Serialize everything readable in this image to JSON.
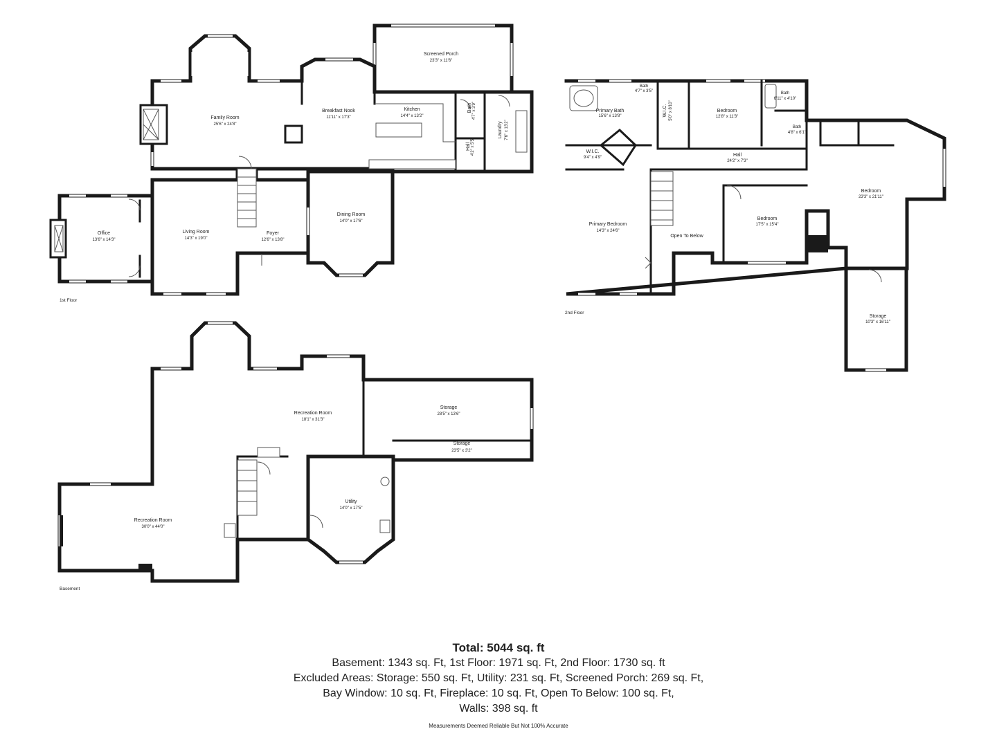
{
  "floors": {
    "first": {
      "label": "1st Floor",
      "rooms": [
        {
          "id": "family-room",
          "name": "Family Room",
          "dim": "25'6\" x 24'8\""
        },
        {
          "id": "breakfast-nook",
          "name": "Breakfast Nook",
          "dim": "11'11\" x 17'3\""
        },
        {
          "id": "screened-porch",
          "name": "Screened Porch",
          "dim": "23'3\" x 11'6\""
        },
        {
          "id": "kitchen",
          "name": "Kitchen",
          "dim": "14'4\" x 13'2\""
        },
        {
          "id": "bath-1",
          "name": "Bath",
          "dim": "4'7\" x 3'9\""
        },
        {
          "id": "hall-1",
          "name": "Hall",
          "dim": "4'2\" x 5'5\""
        },
        {
          "id": "laundry",
          "name": "Laundry",
          "dim": "7'6\" x 13'2\""
        },
        {
          "id": "office",
          "name": "Office",
          "dim": "13'6\" x 14'3\""
        },
        {
          "id": "living-room",
          "name": "Living Room",
          "dim": "14'3\" x 19'0\""
        },
        {
          "id": "foyer",
          "name": "Foyer",
          "dim": "12'6\" x 13'8\""
        },
        {
          "id": "dining-room",
          "name": "Dining Room",
          "dim": "14'0\" x 17'6\""
        }
      ]
    },
    "second": {
      "label": "2nd Floor",
      "rooms": [
        {
          "id": "primary-bath",
          "name": "Primary Bath",
          "dim": "15'6\" x 13'8\""
        },
        {
          "id": "bath-small",
          "name": "Bath",
          "dim": "4'7\" x 3'5\""
        },
        {
          "id": "wic-1",
          "name": "W.I.C.",
          "dim": "5'0\" x 8'10\""
        },
        {
          "id": "bedroom-1",
          "name": "Bedroom",
          "dim": "12'8\" x 11'3\""
        },
        {
          "id": "bath-2",
          "name": "Bath",
          "dim": "6'11\" x 4'10\""
        },
        {
          "id": "bath-3",
          "name": "Bath",
          "dim": "4'8\" x 6'1\""
        },
        {
          "id": "wic-2",
          "name": "W.I.C.",
          "dim": "9'4\" x 4'9\""
        },
        {
          "id": "hall-2",
          "name": "Hall",
          "dim": "24'2\" x 7'3\""
        },
        {
          "id": "bedroom-2",
          "name": "Bedroom",
          "dim": "23'3\" x 21'11\""
        },
        {
          "id": "primary-bedroom",
          "name": "Primary Bedroom",
          "dim": "14'3\" x 24'6\""
        },
        {
          "id": "open-to-below",
          "name": "Open To Below",
          "dim": ""
        },
        {
          "id": "bedroom-3",
          "name": "Bedroom",
          "dim": "17'5\" x 15'4\""
        },
        {
          "id": "storage-2f",
          "name": "Storage",
          "dim": "10'3\" x 16'11\""
        }
      ]
    },
    "basement": {
      "label": "Basement",
      "rooms": [
        {
          "id": "recreation-room-1",
          "name": "Recreation Room",
          "dim": "18'1\" x 31'3\""
        },
        {
          "id": "storage-b1",
          "name": "Storage",
          "dim": "28'5\" x 13'6\""
        },
        {
          "id": "storage-b2",
          "name": "Storage",
          "dim": "23'5\" x 3'2\""
        },
        {
          "id": "utility",
          "name": "Utility",
          "dim": "14'0\" x 17'5\""
        },
        {
          "id": "recreation-room-2",
          "name": "Recreation Room",
          "dim": "30'0\" x 44'0\""
        }
      ]
    }
  },
  "summary": {
    "total": "Total: 5044 sq. ft",
    "lines": [
      "Basement: 1343 sq. Ft, 1st Floor: 1971 sq. Ft, 2nd Floor: 1730 sq. ft",
      "Excluded Areas: Storage: 550 sq. Ft, Utility: 231 sq. Ft, Screened Porch: 269 sq. Ft,",
      "Bay Window: 10 sq. Ft, Fireplace: 10 sq. Ft, Open To Below: 100 sq. Ft,",
      "Walls: 398 sq. ft"
    ]
  },
  "disclaimer": "Measurements Deemed Reliable But Not 100% Accurate"
}
